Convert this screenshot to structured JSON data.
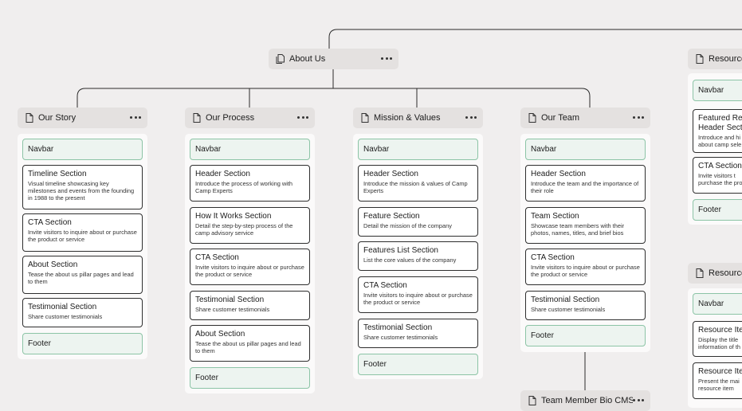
{
  "root": {
    "label": "About Us"
  },
  "pages": [
    {
      "label": "Our Story",
      "sections": [
        {
          "title": "Navbar",
          "desc": "",
          "green": true
        },
        {
          "title": "Timeline Section",
          "desc": "Visual timeline showcasing key milestones and events from the founding in 1988 to the present",
          "green": false
        },
        {
          "title": "CTA Section",
          "desc": "Invite visitors to inquire about or purchase the product or service",
          "green": false
        },
        {
          "title": "About Section",
          "desc": "Tease the about us pillar pages and lead to them",
          "green": false
        },
        {
          "title": "Testimonial Section",
          "desc": "Share customer testimonials",
          "green": false
        },
        {
          "title": "Footer",
          "desc": "",
          "green": true
        }
      ]
    },
    {
      "label": "Our Process",
      "sections": [
        {
          "title": "Navbar",
          "desc": "",
          "green": true
        },
        {
          "title": "Header Section",
          "desc": "Introduce the process of working with Camp Experts",
          "green": false
        },
        {
          "title": "How It Works Section",
          "desc": "Detail the step-by-step process of the camp advisory service",
          "green": false
        },
        {
          "title": "CTA Section",
          "desc": "Invite visitors to inquire about or purchase the product or service",
          "green": false
        },
        {
          "title": "Testimonial Section",
          "desc": "Share customer testimonials",
          "green": false
        },
        {
          "title": "About Section",
          "desc": "Tease the about us pillar pages and lead to them",
          "green": false
        },
        {
          "title": "Footer",
          "desc": "",
          "green": true
        }
      ]
    },
    {
      "label": "Mission & Values",
      "sections": [
        {
          "title": "Navbar",
          "desc": "",
          "green": true
        },
        {
          "title": "Header Section",
          "desc": "Introduce the mission & values of Camp Experts",
          "green": false
        },
        {
          "title": "Feature Section",
          "desc": "Detail the mission of the company",
          "green": false
        },
        {
          "title": "Features List Section",
          "desc": "List the core values of the company",
          "green": false
        },
        {
          "title": "CTA Section",
          "desc": "Invite visitors to inquire about or purchase the product or service",
          "green": false
        },
        {
          "title": "Testimonial Section",
          "desc": "Share customer testimonials",
          "green": false
        },
        {
          "title": "Footer",
          "desc": "",
          "green": true
        }
      ]
    },
    {
      "label": "Our Team",
      "sections": [
        {
          "title": "Navbar",
          "desc": "",
          "green": true
        },
        {
          "title": "Header Section",
          "desc": "Introduce the team and the importance of their role",
          "green": false
        },
        {
          "title": "Team Section",
          "desc": "Showcase team members with their photos, names, titles, and brief bios",
          "green": false
        },
        {
          "title": "CTA Section",
          "desc": "Invite visitors to inquire about or purchase the product or service",
          "green": false
        },
        {
          "title": "Testimonial Section",
          "desc": "Share customer testimonials",
          "green": false
        },
        {
          "title": "Footer",
          "desc": "",
          "green": true
        }
      ]
    },
    {
      "label": "Resource",
      "sections": [
        {
          "title": "Navbar",
          "desc": "",
          "green": true
        },
        {
          "title": "Featured Res",
          "title2": "Header Sect",
          "desc": "Introduce and hi about camp sele",
          "green": false
        },
        {
          "title": "CTA Section",
          "desc": "Invite visitors t purchase the pro",
          "green": false
        },
        {
          "title": "Footer",
          "desc": "",
          "green": true
        }
      ]
    },
    {
      "label": "Resource",
      "sections": [
        {
          "title": "Navbar",
          "desc": "",
          "green": true
        },
        {
          "title": "Resource Ite",
          "desc": "Display the title information of th",
          "green": false
        },
        {
          "title": "Resource Ite",
          "desc": "Present the mai resource item",
          "green": false
        }
      ]
    }
  ],
  "cms_node": {
    "label": "Team Member Bio CMS"
  }
}
